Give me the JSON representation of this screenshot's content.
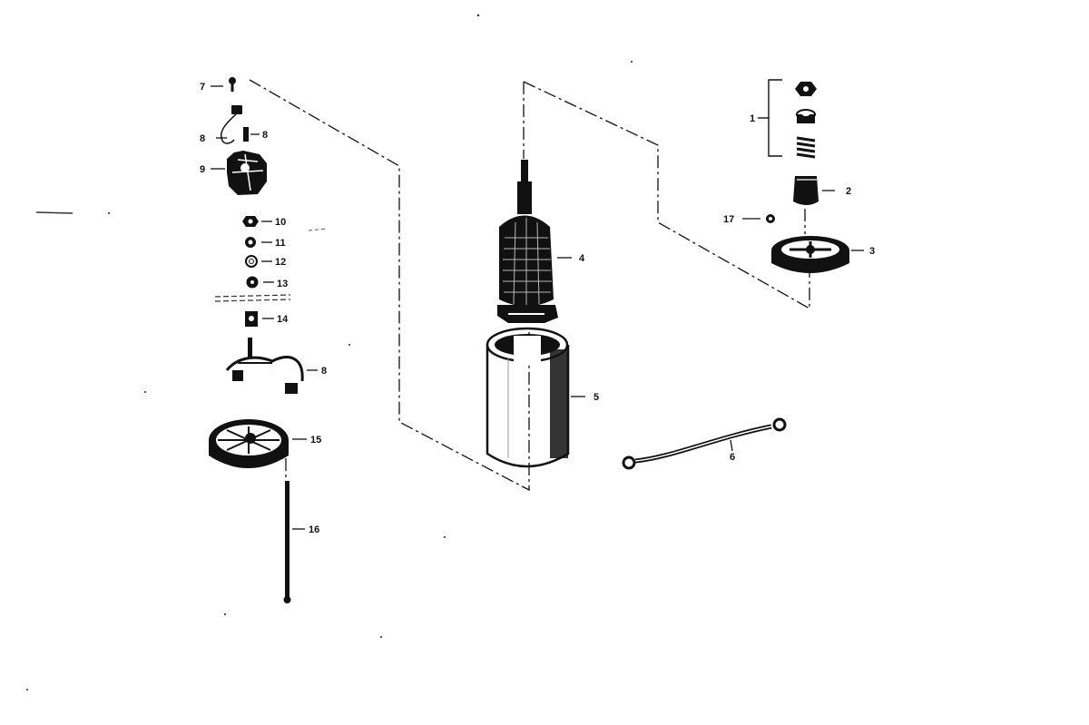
{
  "diagram": {
    "type": "exploded-parts-view",
    "callouts": {
      "c1": "1",
      "c2": "2",
      "c3": "3",
      "c4": "4",
      "c5": "5",
      "c6": "6",
      "c7": "7",
      "c8a": "8",
      "c8b": "8",
      "c8c": "8",
      "c9": "9",
      "c10": "10",
      "c11": "11",
      "c12": "12",
      "c13": "13",
      "c14": "14",
      "c15": "15",
      "c16": "16",
      "c17": "17"
    }
  }
}
